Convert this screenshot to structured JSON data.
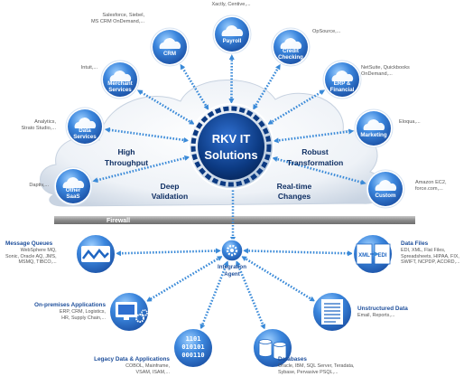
{
  "hub": {
    "line1": "RKV IT",
    "line2": "Solutions"
  },
  "capabilities": [
    {
      "id": "high-throughput",
      "line1": "High",
      "line2": "Throughput"
    },
    {
      "id": "robust-transformation",
      "line1": "Robust",
      "line2": "Transformation"
    },
    {
      "id": "deep-validation",
      "line1": "Deep",
      "line2": "Validation"
    },
    {
      "id": "realtime-changes",
      "line1": "Real-time",
      "line2": "Changes"
    }
  ],
  "cloud_nodes": [
    {
      "id": "crm",
      "line1": "CRM",
      "line2": "",
      "caption": [
        "Salesforce, Siebel,",
        "MS CRM OnDemand,..."
      ]
    },
    {
      "id": "payroll",
      "line1": "Payroll",
      "line2": "",
      "caption": [
        "Xactly, Centive,..."
      ]
    },
    {
      "id": "credit-checking",
      "line1": "Credit",
      "line2": "Checking",
      "caption": [
        "OpSource,..."
      ]
    },
    {
      "id": "merchant-services",
      "line1": "Merchant",
      "line2": "Services",
      "caption": [
        "Intuit,..."
      ]
    },
    {
      "id": "erp-financial",
      "line1": "ERP &",
      "line2": "Financial",
      "caption": [
        "NetSuite, Quickbooks",
        "OnDemand,..."
      ]
    },
    {
      "id": "data-services",
      "line1": "Data",
      "line2": "Services",
      "caption": [
        "Analytics,",
        "Strato Studio,..."
      ]
    },
    {
      "id": "marketing",
      "line1": "Marketing",
      "line2": "",
      "caption": [
        "Eloqua,..."
      ]
    },
    {
      "id": "other-saas",
      "line1": "Other",
      "line2": "SaaS",
      "caption": [
        "Daptiv,..."
      ]
    },
    {
      "id": "custom",
      "line1": "Custom",
      "line2": "",
      "caption": [
        "Amazon EC2,",
        "force.com,..."
      ]
    }
  ],
  "firewall": {
    "label": "Firewall"
  },
  "agent": {
    "line1": "Integration",
    "line2": "Agent"
  },
  "onprem_nodes": [
    {
      "id": "message-queues",
      "title": "Message Queues",
      "desc": [
        "WebSphere MQ,",
        "Sonic, Oracle AQ, JMS,",
        "MSMQ, TIBCO,..."
      ]
    },
    {
      "id": "data-files",
      "title": "Data Files",
      "desc": [
        "EDI, XML, Flat Files,",
        "Spreadsheets, HIPAA, FIX,",
        "SWIFT, NCPDP, ACORD,..."
      ]
    },
    {
      "id": "onprem-apps",
      "title": "On-premises Applications",
      "desc": [
        "ERP, CRM, Logistics,",
        "HR, Supply Chain,..."
      ]
    },
    {
      "id": "unstructured-data",
      "title": "Unstructured Data",
      "desc": [
        "Email, Reports,..."
      ]
    },
    {
      "id": "legacy-data",
      "title": "Legacy Data & Applications",
      "desc": [
        "COBOL, Mainframe,",
        "VSAM, ISAM,..."
      ]
    },
    {
      "id": "databases",
      "title": "Databases",
      "desc": [
        "Oracle, IBM, SQL Server, Teradata,",
        "Sybase, Pervasive PSQL,..."
      ]
    }
  ],
  "icons": {
    "cloud_nodes": "cloud-icon",
    "agent": "gear-icon",
    "message_queues": "message-wave-icon",
    "data_files": "xml-edi-icon",
    "onprem_apps": "monitor-gears-icon",
    "unstructured_data": "document-icon",
    "legacy_data": "binary-digits-icon",
    "databases": "database-cylinders-icon"
  },
  "legacy_binary": [
    "1101",
    "010101",
    "000110"
  ],
  "file_icon_labels": [
    "XML",
    "EDI"
  ],
  "colors": {
    "node_blue": "#1f66c2",
    "node_light": "#6fb0f0",
    "hub_dark": "#0c3a82",
    "arrow_blue": "#3a8ad8",
    "cloud_fill": "#e8eef5",
    "title_blue": "#1d4e9b",
    "firewall_gray": "#9a9a9a"
  }
}
